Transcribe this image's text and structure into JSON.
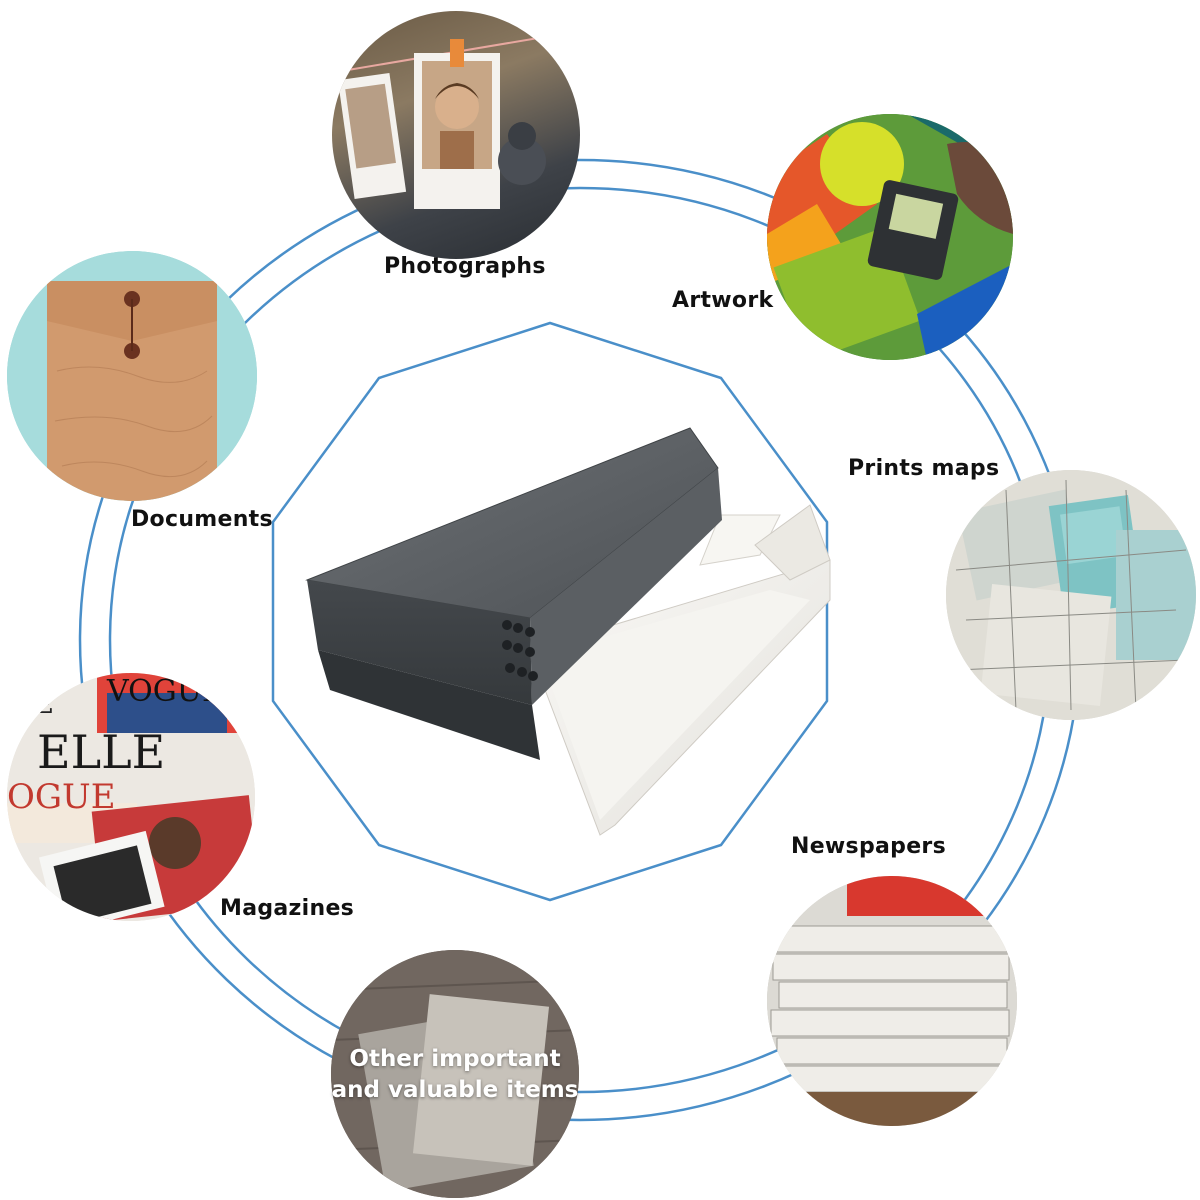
{
  "categories": [
    {
      "key": "photographs",
      "label": "Photographs",
      "icon": "photo-icon"
    },
    {
      "key": "artwork",
      "label": "Artwork",
      "icon": "palette-icon"
    },
    {
      "key": "prints_maps",
      "label": "Prints maps",
      "icon": "map-icon"
    },
    {
      "key": "newspapers",
      "label": "Newspapers",
      "icon": "newspaper-icon"
    },
    {
      "key": "other",
      "label_line1": "Other important",
      "label_line2": "and valuable items",
      "icon": "card-icon"
    },
    {
      "key": "magazines",
      "label": "Magazines",
      "icon": "magazine-icon"
    },
    {
      "key": "documents",
      "label": "Documents",
      "icon": "envelope-icon"
    }
  ],
  "magazine_titles": [
    "VOGUE",
    "ELLE",
    "OGUE",
    "UE"
  ],
  "colors": {
    "ring": "#4a8fc9",
    "label_text": "#111111",
    "box_dark": "#5a5e62",
    "box_inner": "#f3f1ec"
  }
}
